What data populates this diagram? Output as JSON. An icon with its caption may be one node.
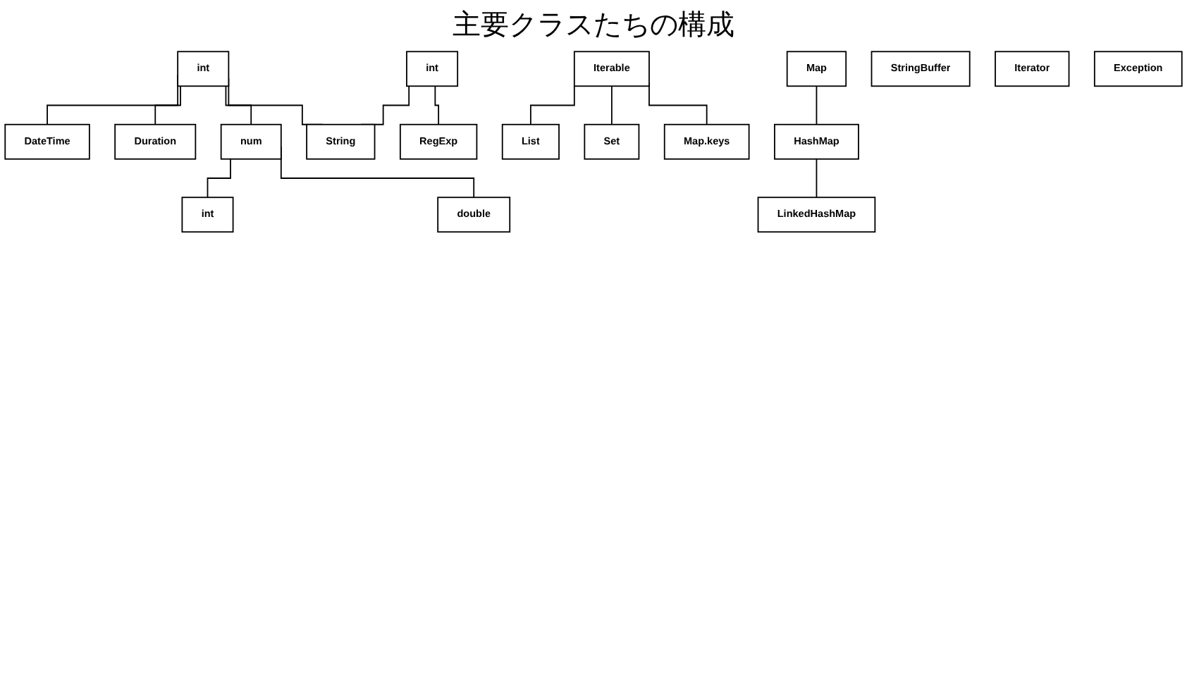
{
  "diagram": {
    "title": "主要クラスたちの構成",
    "nodes": [
      {
        "text": [
          "int"
        ]
      },
      {
        "text": [
          "int"
        ]
      },
      {
        "text": [
          "DateTime"
        ]
      },
      {
        "text": [
          "Duration"
        ]
      },
      {
        "text": [
          "num"
        ]
      },
      {
        "text": [
          "String"
        ]
      },
      {
        "text": [
          "RegExp"
        ]
      },
      {
        "text": [
          "int"
        ]
      },
      {
        "text": [
          "double"
        ]
      },
      {
        "text": [
          "Iterable"
        ]
      },
      {
        "text": [
          "Map"
        ]
      },
      {
        "text": [
          "List"
        ]
      },
      {
        "text": [
          "Set"
        ]
      },
      {
        "text": [
          "Map.keys"
        ]
      },
      {
        "text": [
          "HashMap"
        ]
      },
      {
        "text": [
          "StringBuffer"
        ]
      },
      {
        "text": [
          "Iterator"
        ]
      },
      {
        "text": [
          "Exception"
        ]
      },
      {
        "text": [
          "LinkedHashMap"
        ]
      }
    ],
    "edges": [
      {
        "from": 0,
        "to": 2,
        "arrow": "none"
      },
      {
        "from": 0,
        "to": 3,
        "arrow": "none"
      },
      {
        "from": 0,
        "to": 4,
        "arrow": "none"
      },
      {
        "from": 0,
        "to": 5,
        "arrow": "none"
      },
      {
        "from": 1,
        "to": 5,
        "arrow": "none"
      },
      {
        "from": 1,
        "to": 6,
        "arrow": "none"
      },
      {
        "from": 4,
        "to": 7,
        "arrow": "none"
      },
      {
        "from": 4,
        "to": 8,
        "arrow": "none"
      },
      {
        "from": 9,
        "to": 11,
        "arrow": "none"
      },
      {
        "from": 9,
        "to": 12,
        "arrow": "none"
      },
      {
        "from": 9,
        "to": 13,
        "arrow": "none"
      },
      {
        "from": 10,
        "to": 14,
        "arrow": "none"
      },
      {
        "from": 14,
        "to": 18,
        "arrow": "none"
      }
    ]
  }
}
